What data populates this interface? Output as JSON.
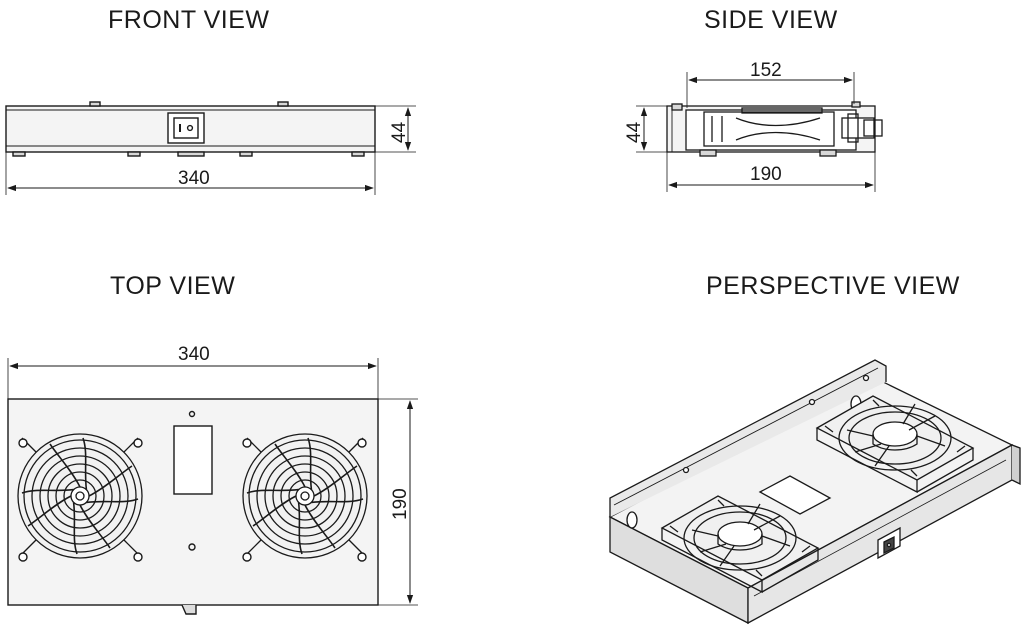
{
  "views": {
    "front": "FRONT VIEW",
    "side": "SIDE VIEW",
    "top": "TOP VIEW",
    "perspective": "PERSPECTIVE VIEW"
  },
  "dimensions": {
    "front_width": "340",
    "front_height": "44",
    "side_inner": "152",
    "side_depth": "190",
    "side_height": "44",
    "top_width": "340",
    "top_depth": "190"
  },
  "colors": {
    "line": "#1a1a1a",
    "fill": "#efefef"
  }
}
